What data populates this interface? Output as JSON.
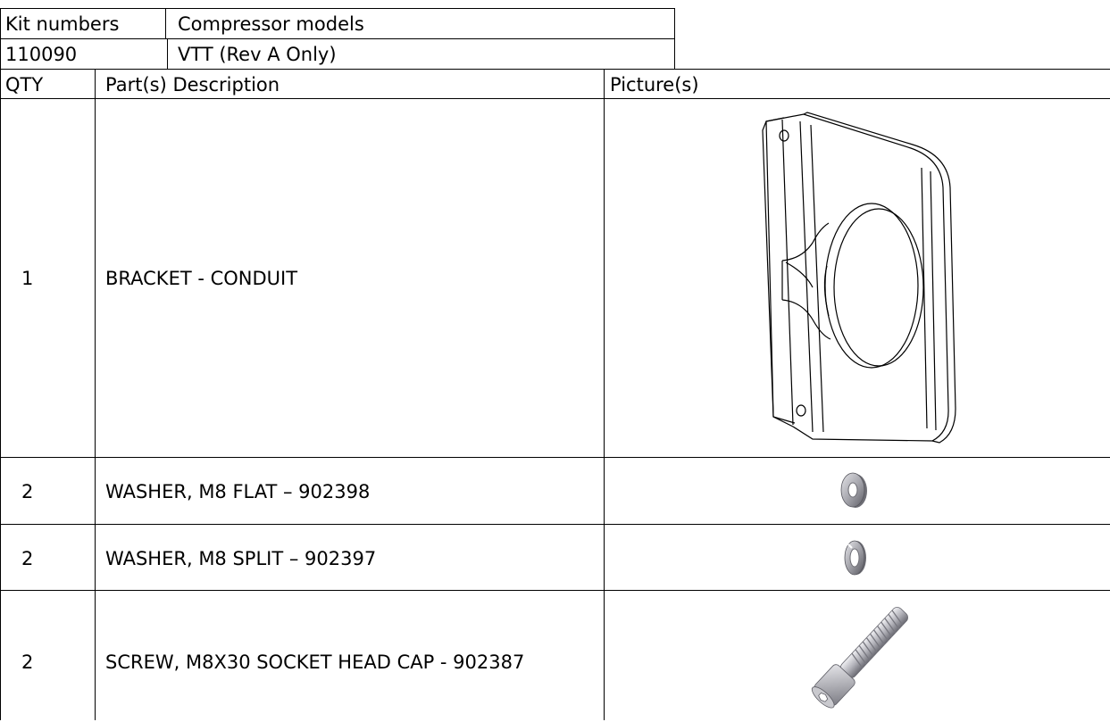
{
  "kit_table": {
    "header": {
      "kit_numbers": "Kit numbers",
      "compressor_models": "Compressor models"
    },
    "row": {
      "kit_number": "110090",
      "compressor_model": "VTT (Rev A Only)"
    }
  },
  "parts_table": {
    "headers": {
      "qty": "QTY",
      "description": "Part(s) Description",
      "picture": "Picture(s)"
    },
    "rows": [
      {
        "qty": "1",
        "description": "BRACKET - CONDUIT",
        "picture_icon": "bracket-conduit-icon"
      },
      {
        "qty": "2",
        "description": "WASHER, M8 FLAT – 902398",
        "picture_icon": "flat-washer-icon"
      },
      {
        "qty": "2",
        "description": "WASHER, M8 SPLIT – 902397",
        "picture_icon": "split-washer-icon"
      },
      {
        "qty": "2",
        "description": "SCREW, M8X30 SOCKET HEAD CAP - 902387",
        "picture_icon": "socket-head-cap-screw-icon"
      }
    ]
  },
  "colors": {
    "border": "#000000",
    "metal_light": "#d9d9dc",
    "metal_dark": "#6e6e75"
  }
}
